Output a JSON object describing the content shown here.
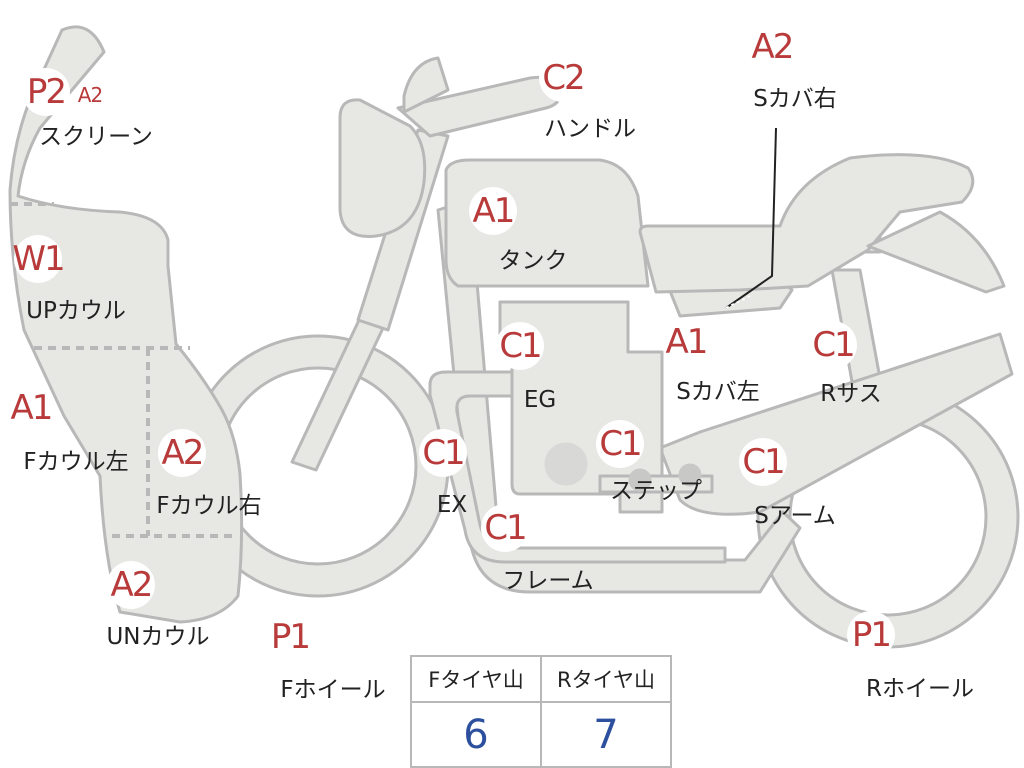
{
  "parts": [
    {
      "key": "screen",
      "grade": "P2",
      "grade2": "A2",
      "label": "スクリーン"
    },
    {
      "key": "upcowl",
      "grade": "W1",
      "label": "UPカウル"
    },
    {
      "key": "fcowl_l",
      "grade": "A1",
      "label": "Fカウル左"
    },
    {
      "key": "fcowl_r",
      "grade": "A2",
      "label": "Fカウル右"
    },
    {
      "key": "uncowl",
      "grade": "A2",
      "label": "UNカウル"
    },
    {
      "key": "fwheel",
      "grade": "P1",
      "label": "Fホイール"
    },
    {
      "key": "handle",
      "grade": "C2",
      "label": "ハンドル"
    },
    {
      "key": "tank",
      "grade": "A1",
      "label": "タンク"
    },
    {
      "key": "scover_r",
      "grade": "A2",
      "label": "Sカバ右"
    },
    {
      "key": "scover_l",
      "grade": "A1",
      "label": "Sカバ左"
    },
    {
      "key": "engine",
      "grade": "C1",
      "label": "EG"
    },
    {
      "key": "rsus",
      "grade": "C1",
      "label": "Rサス"
    },
    {
      "key": "exhaust",
      "grade": "C1",
      "label": "EX"
    },
    {
      "key": "step",
      "grade": "C1",
      "label": "ステップ"
    },
    {
      "key": "swingarm",
      "grade": "C1",
      "label": "Sアーム"
    },
    {
      "key": "frame",
      "grade": "C1",
      "label": "フレーム"
    },
    {
      "key": "rwheel",
      "grade": "P1",
      "label": "Rホイール"
    }
  ],
  "tire_table": {
    "headers": [
      "Fタイヤ山",
      "Rタイヤ山"
    ],
    "values": [
      "6",
      "7"
    ]
  },
  "colors": {
    "grade": "#b83a3a",
    "tread_value": "#2c4f9e",
    "part_fill": "#e7e7e4",
    "part_stroke": "#b8b8b8"
  }
}
